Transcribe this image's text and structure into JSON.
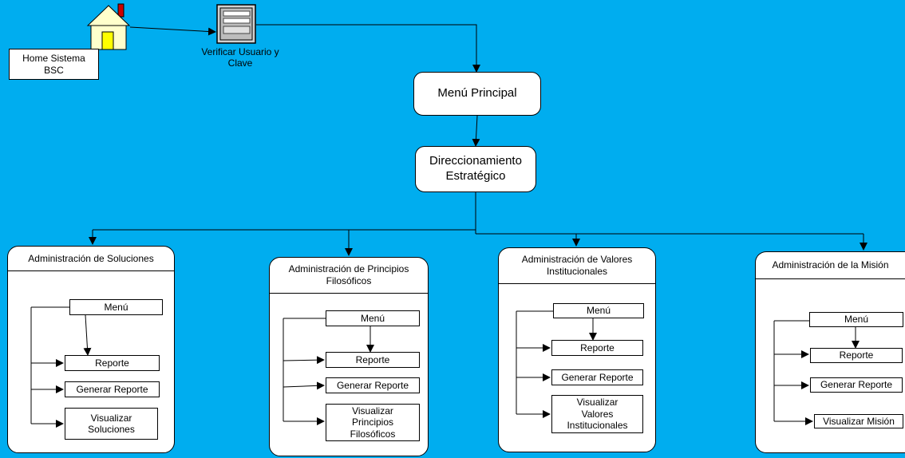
{
  "home": {
    "label": "Home Sistema BSC"
  },
  "verify": {
    "label": "Verificar Usuario y Clave"
  },
  "main_menu": {
    "label": "Menú Principal"
  },
  "direccionamiento": {
    "label": "Direccionamiento Estratégico"
  },
  "panels": [
    {
      "title": "Administración de Soluciones",
      "items": [
        "Menú",
        "Reporte",
        "Generar Reporte",
        "Visualizar Soluciones"
      ]
    },
    {
      "title": "Administración de Principios Filosóficos",
      "items": [
        "Menú",
        "Reporte",
        "Generar Reporte",
        "Visualizar Principios Filosóficos"
      ]
    },
    {
      "title": "Administración de Valores Institucionales",
      "items": [
        "Menú",
        "Reporte",
        "Generar Reporte",
        "Visualizar Valores Institucionales"
      ]
    },
    {
      "title": "Administración de la Misión",
      "items": [
        "Menú",
        "Reporte",
        "Generar Reporte",
        "Visualizar Misión"
      ]
    }
  ],
  "colors": {
    "background": "#00ADEF",
    "house_wall": "#FFFFCC",
    "house_door": "#FFFF00",
    "chimney": "#CC0000"
  }
}
